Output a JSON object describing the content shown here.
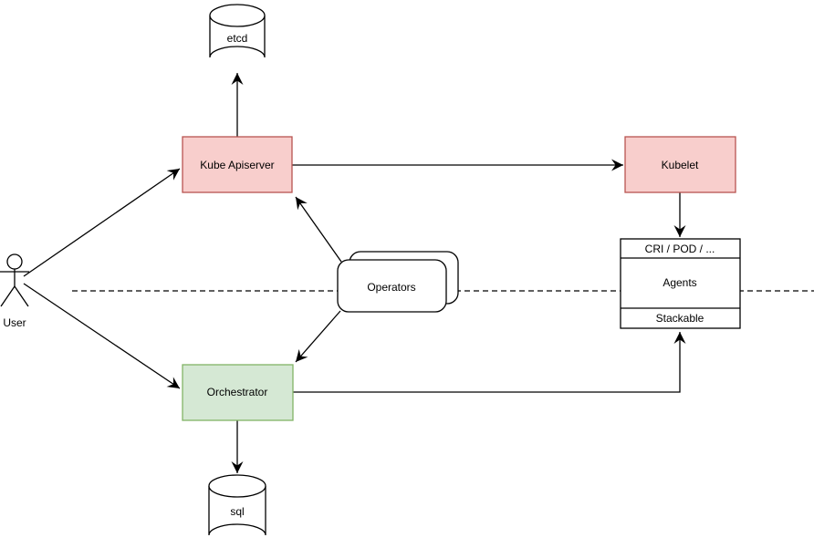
{
  "diagram": {
    "background_color": "#ffffff",
    "line_color": "#000000",
    "nodes": {
      "user": {
        "label": "User",
        "shape": "actor",
        "fill": "#ffffff",
        "stroke": "#000000"
      },
      "etcd": {
        "label": "etcd",
        "shape": "cylinder",
        "fill": "#ffffff",
        "stroke": "#000000"
      },
      "kube_apiserver": {
        "label": "Kube Apiserver",
        "shape": "rectangle",
        "fill": "#f8cecc",
        "stroke": "#b85450"
      },
      "kubelet": {
        "label": "Kubelet",
        "shape": "rectangle",
        "fill": "#f8cecc",
        "stroke": "#b85450"
      },
      "operators": {
        "label": "Operators",
        "shape": "stacked-rounded-rectangle",
        "fill": "#ffffff",
        "stroke": "#000000"
      },
      "agents": {
        "header": "CRI / POD / ...",
        "body": "Agents",
        "footer": "Stackable",
        "shape": "sectioned-rectangle",
        "fill": "#ffffff",
        "stroke": "#000000"
      },
      "orchestrator": {
        "label": "Orchestrator",
        "shape": "rectangle",
        "fill": "#d5e8d4",
        "stroke": "#82b366"
      },
      "sql": {
        "label": "sql",
        "shape": "cylinder",
        "fill": "#ffffff",
        "stroke": "#000000"
      }
    },
    "edges": [
      {
        "from": "user",
        "to": "kube_apiserver",
        "style": "arrow"
      },
      {
        "from": "user",
        "to": "orchestrator",
        "style": "arrow"
      },
      {
        "from": "kube_apiserver",
        "to": "etcd",
        "style": "arrow"
      },
      {
        "from": "kube_apiserver",
        "to": "kubelet",
        "style": "arrow"
      },
      {
        "from": "operators",
        "to": "kube_apiserver",
        "style": "arrow"
      },
      {
        "from": "operators",
        "to": "orchestrator",
        "style": "arrow"
      },
      {
        "from": "kubelet",
        "to": "agents",
        "style": "arrow"
      },
      {
        "from": "orchestrator",
        "to": "agents",
        "style": "elbow-arrow"
      },
      {
        "from": "orchestrator",
        "to": "sql",
        "style": "arrow"
      },
      {
        "type": "boundary",
        "style": "dashed-horizontal-line"
      }
    ]
  }
}
